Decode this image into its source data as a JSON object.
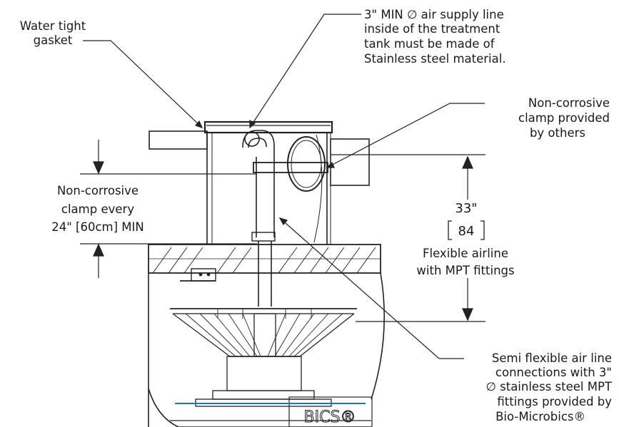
{
  "labels": {
    "gasket": [
      "Water tight",
      "gasket"
    ],
    "air_supply": [
      "3\" MIN ∅  air supply line",
      "inside of the treatment",
      "tank must be made of",
      "Stainless steel material."
    ],
    "clamp_others": [
      "Non-corrosive",
      "clamp provided",
      "by others"
    ],
    "clamp_every": [
      "Non-corrosive",
      "clamp every",
      "24\" [60cm] MIN"
    ],
    "dim_inches": "33\"",
    "dim_cm": "84",
    "flexible": [
      "Flexible airline",
      "with MPT fittings"
    ],
    "semi_flexible": [
      "Semi flexible air line",
      "connections with 3\"",
      "∅  stainless steel MPT",
      "fittings  provided by",
      "Bio-Microbics®"
    ],
    "brand_text": "BICS®"
  },
  "colors": {
    "ink": "#222222",
    "water_line": "#1f6fd1"
  }
}
